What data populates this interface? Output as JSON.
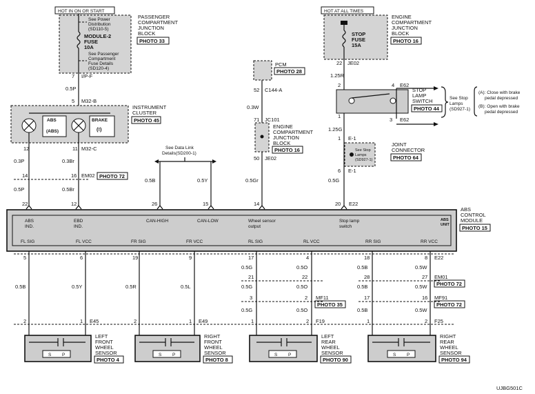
{
  "hot_run_start": "HOT IN ON OR START",
  "hot_all_times": "HOT AT ALL TIMES",
  "pass_jb": {
    "name": [
      "PASSENGER",
      "COMPARTMENT",
      "JUNCTION",
      "BLOCK"
    ],
    "photo": "PHOTO 33",
    "see_power": [
      "See Power",
      "Distribution",
      "(SD110-5)"
    ],
    "fuse": [
      "MODULE-2",
      "FUSE",
      "10A"
    ],
    "see_fuse": [
      "See Passenger",
      "Compartment",
      "Fuse Details",
      "(SD120-4)"
    ],
    "pin": "7",
    "connector": "I/P-F"
  },
  "wire_05P": "0.5P",
  "cluster": {
    "pin": "5",
    "connector": "M32-B",
    "name": [
      "INSTRUMENT",
      "CLUSTER"
    ],
    "photo": "PHOTO 45",
    "abs": "ABS",
    "abs_sym": "(ABS)",
    "brake": "BRAKE",
    "brake_sym": "(!)",
    "pin_abs": "12",
    "pin_brake": "11",
    "connector_c": "M32-C"
  },
  "left_wires": {
    "w03P": "0.3P",
    "w03Br": "0.3Br",
    "pin14": "14",
    "pin16": "16",
    "em02": "EM02",
    "photo72": "PHOTO 72",
    "w05P": "0.5P",
    "w05Br": "0.5Br",
    "pin22a": "22",
    "pin12b": "12"
  },
  "data_link": {
    "note": [
      "See Data Link",
      "Details(SD200-1)"
    ],
    "w05B": "0.5B",
    "w05Y": "0.5Y",
    "pin26": "26",
    "pin15": "15"
  },
  "pcm": {
    "name": "PCM",
    "photo": "PHOTO 28",
    "pin52": "52",
    "conn": "C144-A",
    "w03W": "0.3W",
    "pin71": "71",
    "jc101": "JC101",
    "ejb_name": [
      "ENGINE",
      "COMPARTMENT",
      "JUNCTION",
      "BLOCK"
    ],
    "ejb_photo": "PHOTO 16",
    "pin50": "50",
    "je02": "JE02",
    "w05Gr": "0.5Gr",
    "pin14b": "14"
  },
  "stop": {
    "ejb_name": [
      "ENGINE",
      "COMPARTMENT",
      "JUNCTION",
      "BLOCK"
    ],
    "ejb_photo": "PHOTO 16",
    "fuse": [
      "STOP",
      "FUSE",
      "15A"
    ],
    "pin22": "22",
    "je02": "JE02",
    "w125R": "1.25R",
    "pin2": "2",
    "pin4": "4",
    "e62a": "E62",
    "switch": [
      "STOP",
      "LAMP",
      "SWITCH"
    ],
    "switch_photo": "PHOTO 44",
    "pin1": "1",
    "pin3": "3",
    "e62b": "E62",
    "see_lamps": [
      "See Stop",
      "Lamps",
      "(SD927-1)"
    ],
    "legend_a": [
      "(A): Close with brake",
      "pedal depressed"
    ],
    "legend_b": [
      "(B): Open with brake",
      "pedal depressed"
    ],
    "w125G": "1.25G",
    "pin1b": "1",
    "e1": "E-1",
    "jc": [
      "JOINT",
      "CONNECTOR"
    ],
    "jc_photo": "PHOTO 64",
    "see_stop": [
      "See Stop",
      "Lamps",
      "(SD927-1)"
    ],
    "pin6": "6",
    "e1b": "E-1",
    "w05G": "0.5G",
    "pin20": "20",
    "e22": "E22"
  },
  "module": {
    "name": [
      "ABS",
      "CONTROL",
      "MODULE"
    ],
    "unit": [
      "ABS",
      "UNIT"
    ],
    "photo": "PHOTO 15",
    "top_labels": [
      [
        "ABS",
        "IND."
      ],
      [
        "EBD",
        "IND."
      ],
      [
        "CAN-HIGH"
      ],
      [
        "CAN-LOW"
      ],
      [
        "Wheel sensor",
        "output"
      ],
      [
        "Stop lamp",
        "switch"
      ]
    ],
    "bottom_labels": [
      "FL SIG",
      "FL VCC",
      "FR SIG",
      "FR VCC",
      "RL SIG",
      "RL VCC",
      "RR SIG",
      "RR VCC"
    ]
  },
  "bottom": {
    "pins_top": [
      "5",
      "6",
      "19",
      "9",
      "17",
      "4",
      "18",
      "8"
    ],
    "e22": "E22",
    "fl_w": [
      "0.5B",
      "0.5Y"
    ],
    "fr_w": [
      "0.5R",
      "0.5L"
    ],
    "rl_w": [
      "0.5G",
      "0.5G",
      "0.5G",
      "0.5O",
      "0.5O",
      "0.5O"
    ],
    "rl_pins": [
      "21",
      "22",
      "3",
      "2"
    ],
    "mf11": "MF11",
    "photo35": "PHOTO 35",
    "rr_w": [
      "0.5B",
      "0.5B",
      "0.5B",
      "0.5W",
      "0.5W",
      "0.5W"
    ],
    "rr_pins": [
      "28",
      "27",
      "17",
      "16"
    ],
    "em01": "EM01",
    "photo72a": "PHOTO 72",
    "mf91": "MF91",
    "photo72b": "PHOTO 72",
    "fl_pins": [
      "2",
      "1"
    ],
    "e45": "E45",
    "fr_pins": [
      "2",
      "1"
    ],
    "e49": "E49",
    "rl_pins2": [
      "1",
      "2"
    ],
    "f19": "F19",
    "rr_pins2": [
      "1",
      "2"
    ],
    "f25": "F25"
  },
  "sensors": {
    "fl": {
      "name": [
        "LEFT",
        "FRONT",
        "WHEEL",
        "SENSOR"
      ],
      "photo": "PHOTO 4"
    },
    "fr": {
      "name": [
        "RIGHT",
        "FRONT",
        "WHEEL",
        "SENSOR"
      ],
      "photo": "PHOTO 8"
    },
    "rl": {
      "name": [
        "LEFT",
        "REAR",
        "WHEEL",
        "SENSOR"
      ],
      "photo": "PHOTO 90"
    },
    "rr": {
      "name": [
        "RIGHT",
        "REAR",
        "WHEEL",
        "SENSOR"
      ],
      "photo": "PHOTO 94"
    },
    "s": "S",
    "p": "P"
  },
  "code": "UJBG501C"
}
